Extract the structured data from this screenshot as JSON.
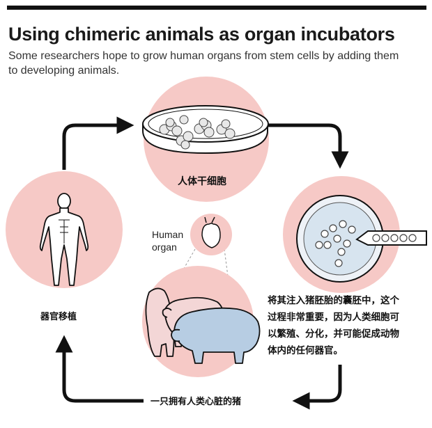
{
  "header": {
    "title": "Using chimeric animals as organ incubators",
    "subtitle_line1": "Some researchers hope to grow human organs from stem cells by adding them",
    "subtitle_line2": "to developing animals."
  },
  "steps": {
    "stem_cells": "人体干细胞",
    "injection_line1": "将其注入猪胚胎的囊胚中，这个",
    "injection_line2": "过程非常重要，因为人类细胞可",
    "injection_line3": "以繁殖、分化，并可能促成动物",
    "injection_line4": "体内的任何器官。",
    "pig": "一只拥有人类心脏的猪",
    "transplant": "器官移植",
    "human_organ_line1": "Human",
    "human_organ_line2": "organ"
  },
  "colors": {
    "circle_fill": "#f6c9c6",
    "pig_pink": "#f3d6d6",
    "pig_blue": "#b7cde3",
    "outline": "#1a1a1a"
  }
}
